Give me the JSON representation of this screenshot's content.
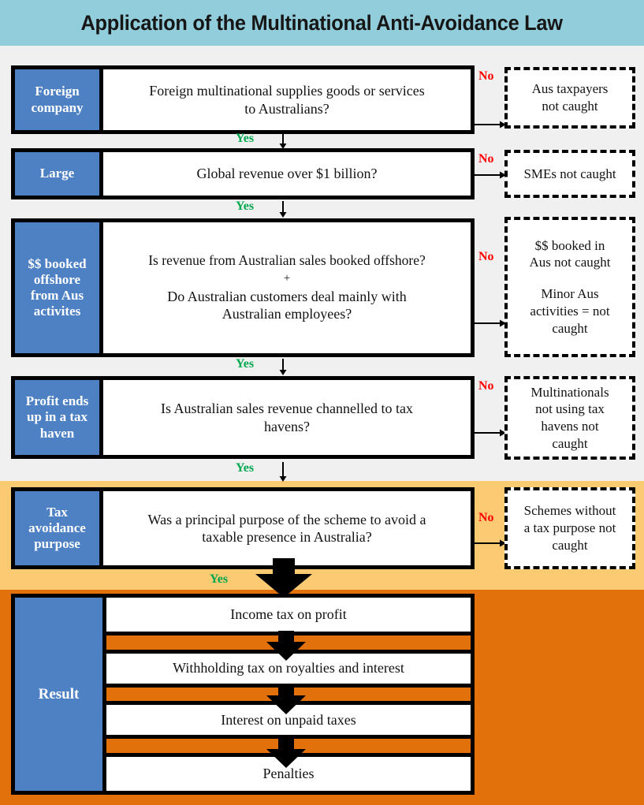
{
  "title": "Application of the Multinational Anti-Avoidance Law",
  "colors": {
    "title_bar": "#92CDDC",
    "row_label": "#4E81C4",
    "band_grey": "#F0F0F0",
    "band_amber": "#FCCA72",
    "band_orange": "#E2700B",
    "yes": "#00A84F",
    "no": "#FF0000",
    "border": "#000000"
  },
  "labels": {
    "yes": "Yes",
    "no": "No"
  },
  "steps": [
    {
      "label": "Foreign company",
      "label_lines": [
        "Foreign",
        "company"
      ],
      "question_lines": [
        "Foreign multinational supplies goods or services",
        "to Australians?"
      ],
      "no_outcome_lines": [
        "Aus taxpayers",
        "not caught"
      ],
      "yes_label": "Yes",
      "no_label": "No"
    },
    {
      "label": "Large",
      "label_lines": [
        "Large"
      ],
      "question_lines": [
        "Global revenue over $1 billion?"
      ],
      "no_outcome_lines": [
        "SMEs not caught"
      ],
      "yes_label": "Yes",
      "no_label": "No"
    },
    {
      "label": "$$ booked offshore from Aus activites",
      "label_lines": [
        "$$ booked",
        "offshore",
        "from Aus",
        "activites"
      ],
      "question_lines": [
        "Is revenue from Australian sales booked offshore?",
        "+",
        "Do Australian customers deal mainly with",
        "Australian employees?"
      ],
      "no_outcome_lines": [
        "$$ booked in",
        "Aus not caught"
      ],
      "no_outcome_lines_2": [
        "Minor Aus",
        "activities = not",
        "caught"
      ],
      "yes_label": "Yes",
      "no_label": "No"
    },
    {
      "label": "Profit ends up in a tax haven",
      "label_lines": [
        "Profit ends",
        "up in a tax",
        "haven"
      ],
      "question_lines": [
        "Is Australian sales revenue channelled to tax",
        "havens?"
      ],
      "no_outcome_lines": [
        "Multinationals",
        "not using tax",
        "havens not",
        "caught"
      ],
      "yes_label": "Yes",
      "no_label": "No"
    },
    {
      "label": "Tax avoidance purpose",
      "label_lines": [
        "Tax",
        "avoidance",
        "purpose"
      ],
      "question_lines": [
        "Was a principal purpose of the scheme to avoid a",
        "taxable presence in Australia?"
      ],
      "no_outcome_lines": [
        "Schemes without",
        "a tax purpose not",
        "caught"
      ],
      "yes_label": "Yes",
      "no_label": "No"
    }
  ],
  "result": {
    "label": "Result",
    "items": [
      "Income tax on profit",
      "Withholding tax on royalties and interest",
      "Interest on unpaid taxes",
      "Penalties"
    ]
  }
}
